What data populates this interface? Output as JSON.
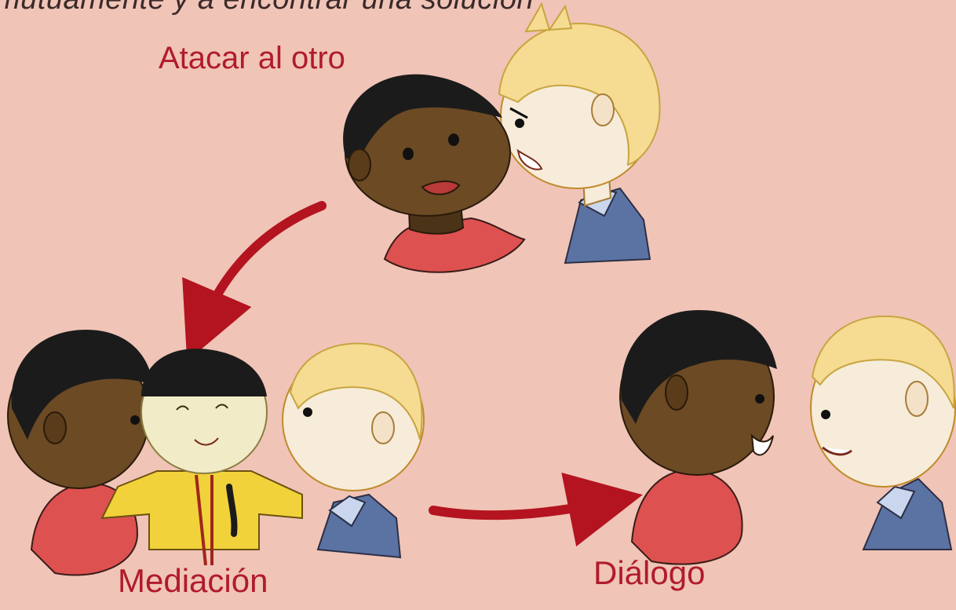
{
  "top_text": "mutuamente y a encontrar una solución",
  "labels": {
    "attack": "Atacar al otro",
    "mediation": "Mediación",
    "dialogue": "Diálogo"
  },
  "colors": {
    "background": "#f0c4b7",
    "caption": "#b01b2c",
    "arrow": "#b3141f",
    "dark_skin": "#6b4a24",
    "light_skin": "#f6ecd9",
    "blond_hair": "#f6dc92",
    "black_hair": "#1b1b1b",
    "red_shirt": "#dd5150",
    "blue_shirt": "#5b73a3",
    "yellow_jacket": "#f2d23a"
  },
  "icons": [
    "curved-arrow-icon",
    "straight-arrow-icon"
  ]
}
